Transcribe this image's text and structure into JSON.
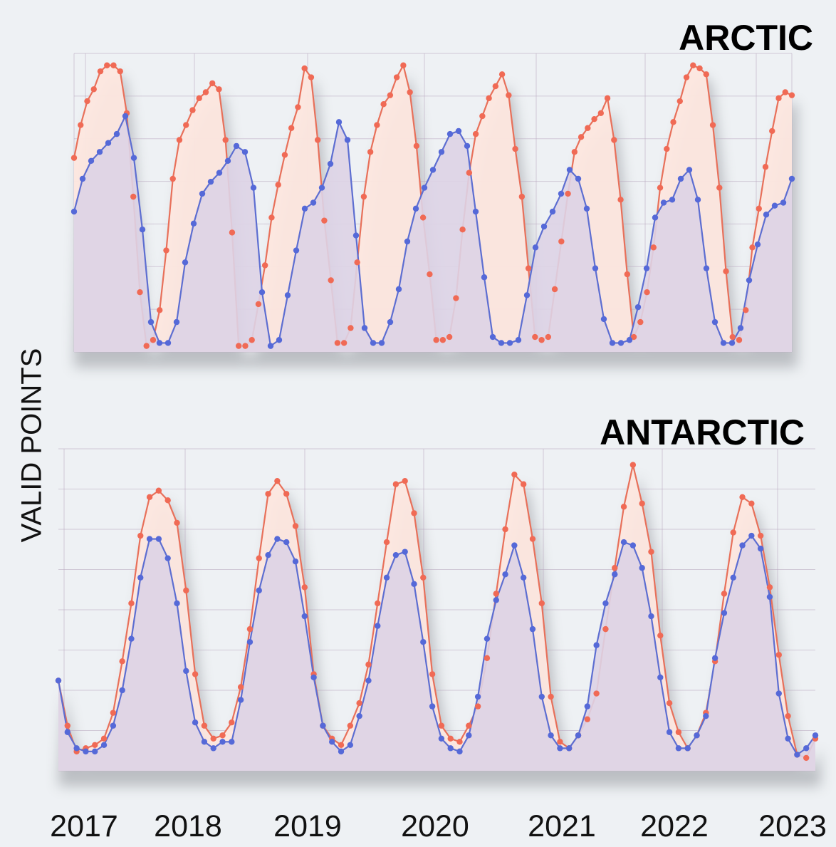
{
  "chart_data": [
    {
      "type": "line",
      "title": "ARCTIC",
      "ylabel": "VALID POINTS",
      "categories": [
        "2017",
        "2018",
        "2019",
        "2020",
        "2021",
        "2022",
        "2023"
      ],
      "series": [
        {
          "values": [
            65,
            76,
            84,
            88,
            94,
            96,
            96,
            94,
            80,
            52,
            20,
            2,
            4,
            14,
            34,
            58,
            71,
            76,
            81,
            85,
            87,
            90,
            88,
            71,
            40,
            2,
            2,
            4,
            16,
            29,
            45,
            56,
            66,
            75,
            82,
            95,
            92,
            71,
            44,
            24,
            3,
            3,
            8,
            30,
            52,
            67,
            76,
            83,
            86,
            92,
            96,
            87,
            69,
            45,
            26,
            4,
            4,
            5,
            18,
            41,
            60,
            73,
            79,
            85,
            89,
            93,
            86,
            68,
            52,
            28,
            5,
            4,
            5,
            21,
            37,
            53,
            67,
            72,
            75,
            78,
            80,
            85,
            71,
            51,
            26,
            5,
            10,
            20,
            35,
            55,
            68,
            77,
            84,
            92,
            96,
            95,
            93,
            76,
            55,
            27,
            5,
            4,
            14,
            35,
            48,
            62,
            74,
            85,
            87,
            86
          ]
        },
        {
          "values": [
            47,
            58,
            64,
            67,
            70,
            73,
            79,
            65,
            41,
            10,
            3,
            3,
            10,
            30,
            43,
            53,
            57,
            60,
            64,
            69,
            67,
            55,
            20,
            2,
            4,
            19,
            34,
            48,
            50,
            55,
            63,
            77,
            71,
            39,
            8,
            3,
            3,
            10,
            21,
            37,
            48,
            55,
            61,
            67,
            73,
            74,
            69,
            47,
            25,
            5,
            3,
            3,
            4,
            19,
            35,
            42,
            47,
            53,
            61,
            58,
            48,
            28,
            11,
            3,
            3,
            4,
            15,
            28,
            45,
            50,
            51,
            58,
            61,
            51,
            28,
            10,
            3,
            3,
            8,
            24,
            36,
            46,
            49,
            50,
            58
          ]
        }
      ],
      "xlim": [
        2017,
        2023.65
      ],
      "ylim": [
        0,
        100
      ]
    },
    {
      "type": "line",
      "title": "ANTARCTIC",
      "categories": [
        "2017",
        "2018",
        "2019",
        "2020",
        "2021",
        "2022",
        "2023"
      ],
      "series": [
        {
          "values": [
            28,
            14,
            6,
            7,
            8,
            10,
            18,
            34,
            52,
            73,
            85,
            87,
            84,
            77,
            56,
            30,
            14,
            10,
            11,
            15,
            26,
            44,
            66,
            86,
            90,
            86,
            76,
            57,
            30,
            14,
            10,
            8,
            14,
            21,
            33,
            52,
            71,
            89,
            90,
            80,
            60,
            30,
            14,
            10,
            9,
            14,
            20,
            35,
            55,
            75,
            92,
            89,
            72,
            52,
            23,
            9,
            7,
            11,
            16,
            24,
            44,
            63,
            82,
            95,
            83,
            68,
            42,
            21,
            12,
            7,
            11,
            18,
            34,
            55,
            74,
            85,
            83,
            73,
            57,
            36,
            17,
            5,
            4,
            10
          ]
        },
        {
          "values": [
            28,
            12,
            7,
            6,
            6,
            8,
            14,
            25,
            41,
            60,
            72,
            72,
            66,
            52,
            31,
            15,
            9,
            7,
            9,
            9,
            22,
            40,
            56,
            67,
            72,
            71,
            65,
            48,
            29,
            14,
            9,
            6,
            8,
            17,
            28,
            45,
            60,
            67,
            68,
            58,
            40,
            20,
            10,
            7,
            6,
            11,
            23,
            41,
            53,
            61,
            70,
            60,
            44,
            23,
            11,
            7,
            7,
            11,
            20,
            39,
            52,
            61,
            71,
            70,
            63,
            48,
            29,
            12,
            7,
            7,
            11,
            17,
            35,
            49,
            60,
            70,
            73,
            69,
            54,
            24,
            10,
            5,
            7,
            11
          ]
        }
      ],
      "xlim": [
        2017,
        2023.65
      ],
      "ylim": [
        0,
        100
      ]
    }
  ],
  "ylabel": "VALID POINTS",
  "years": [
    "2017",
    "2018",
    "2019",
    "2020",
    "2021",
    "2022",
    "2023"
  ],
  "colors": {
    "red_line": "#e8705a",
    "red_dot": "#f06a55",
    "red_fill": "#fde7df",
    "blue_line": "#5d6ed1",
    "blue_dot": "#5569d8",
    "blue_fill": "#ddd3e6",
    "grid": "#b9a7bf",
    "background": "#eef1f4"
  }
}
